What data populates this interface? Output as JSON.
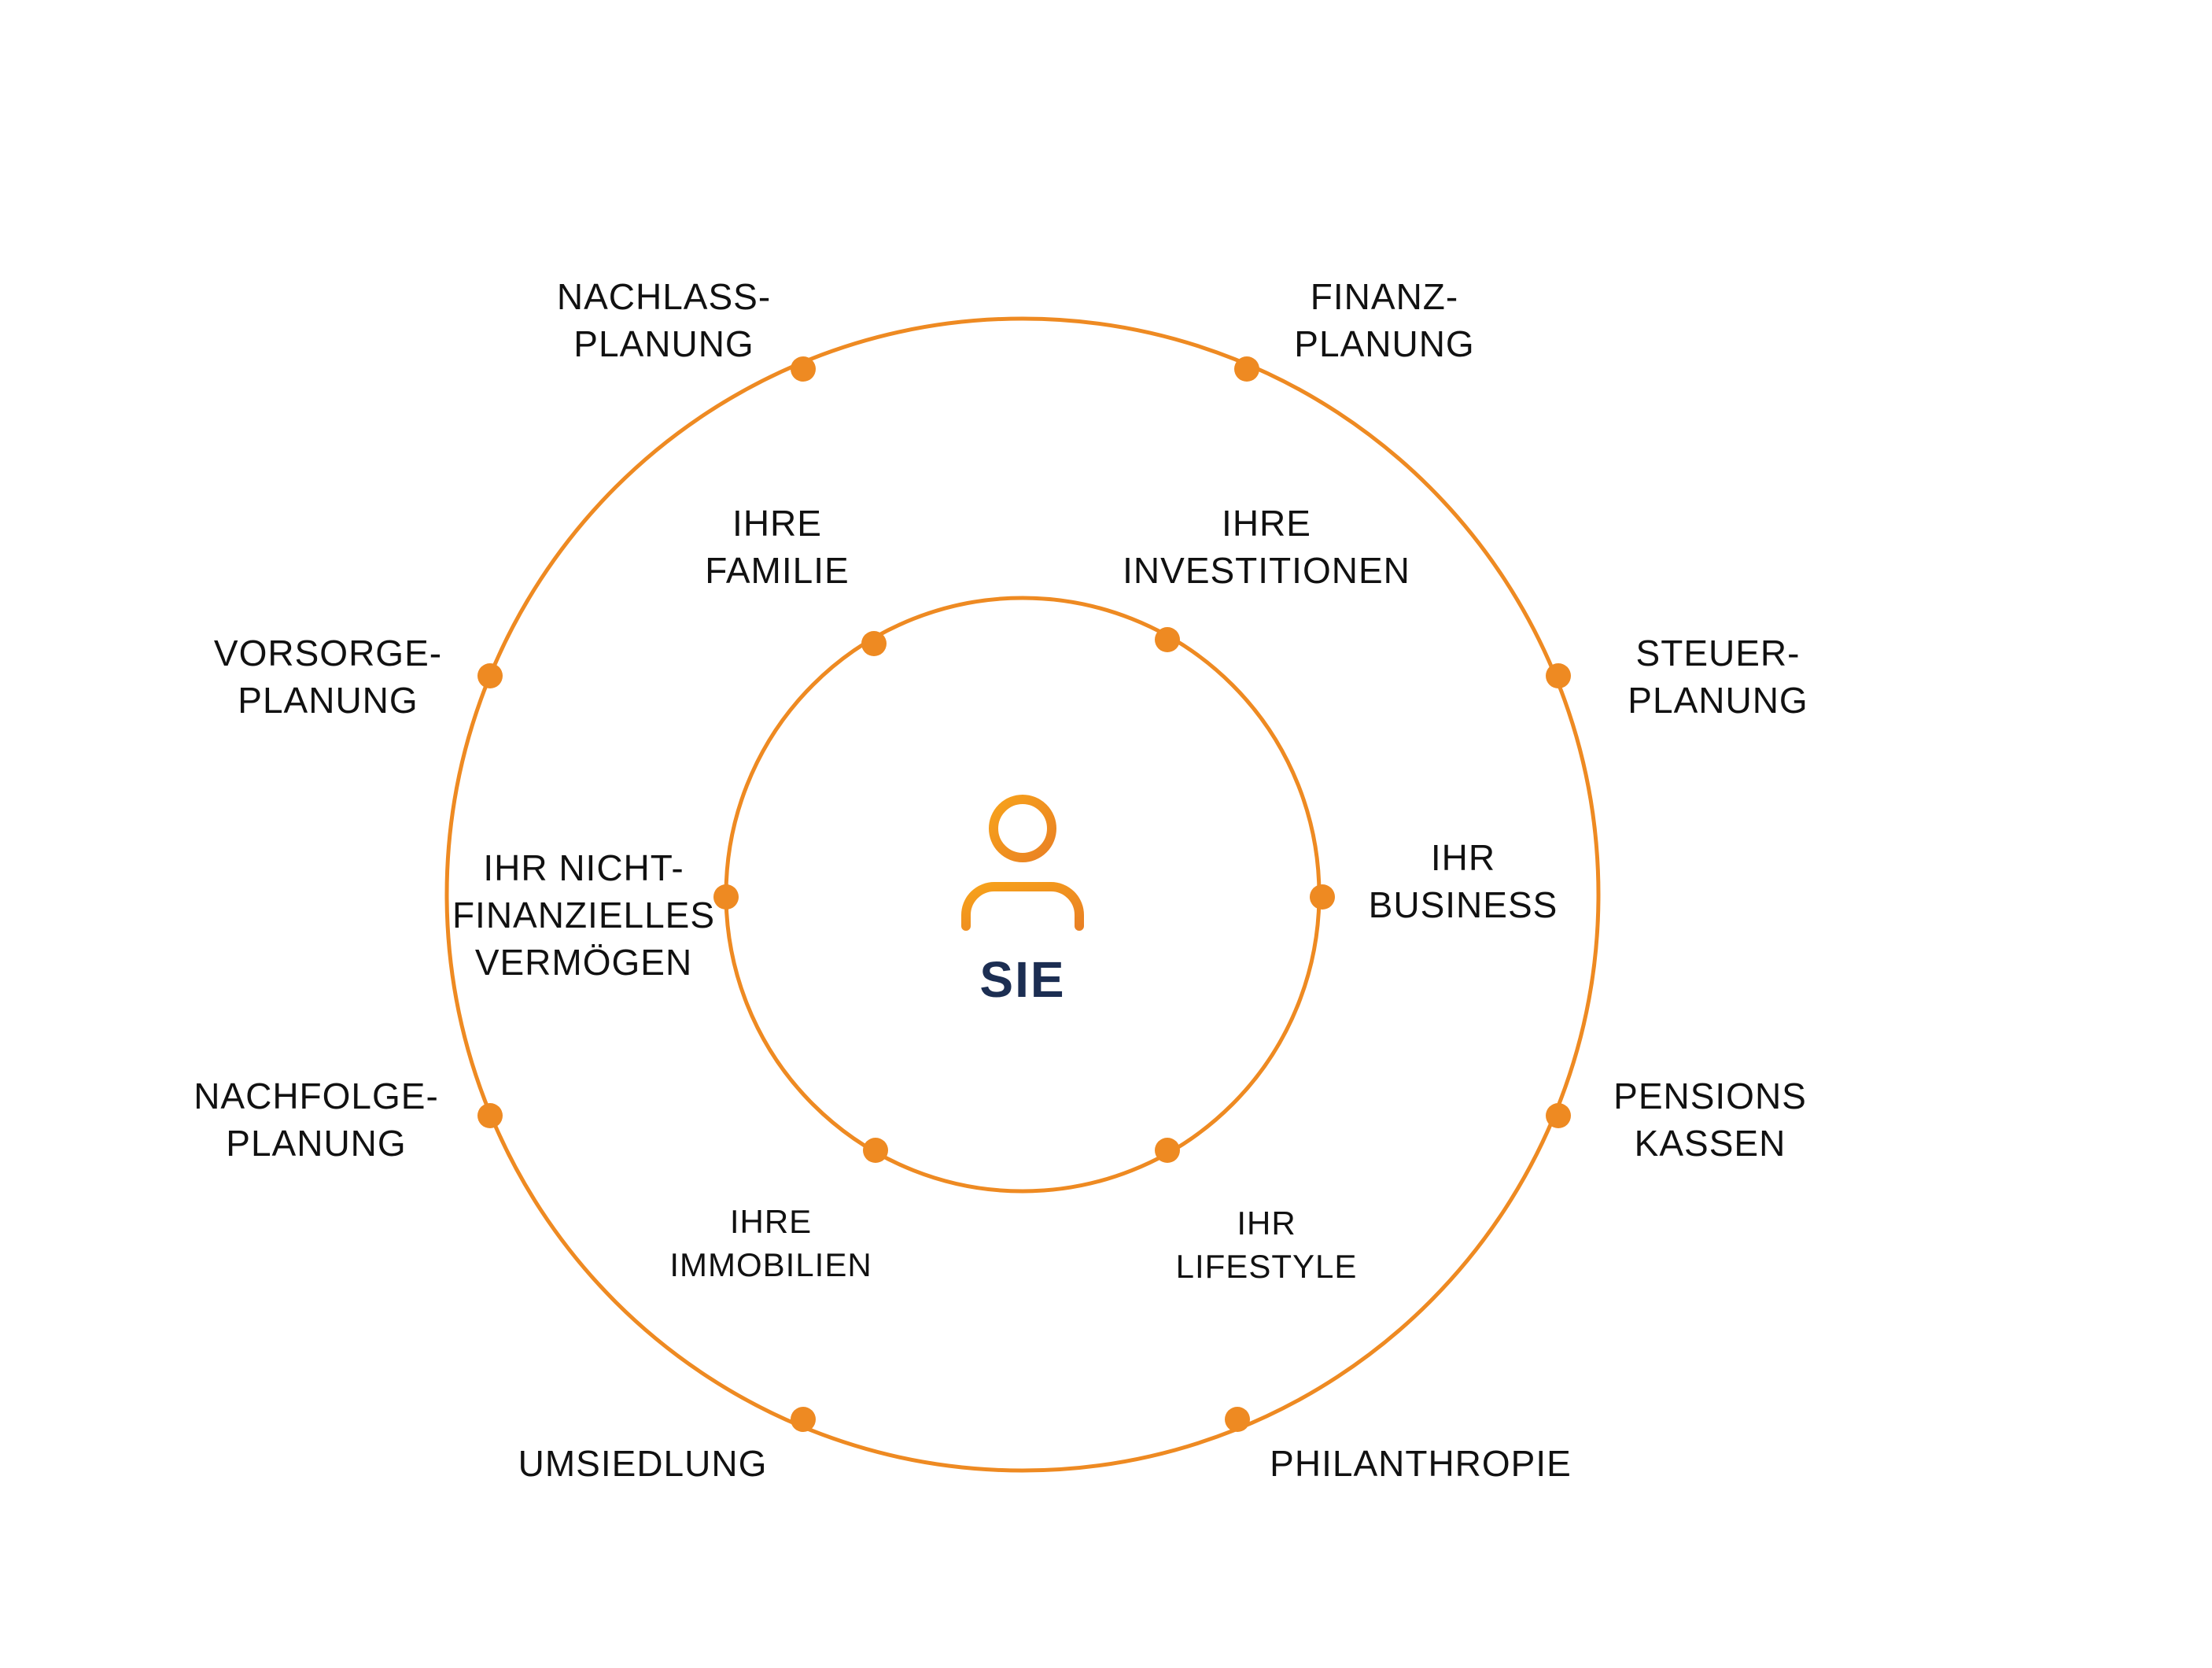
{
  "colors": {
    "ring": "#EE8A22",
    "dot": "#EE8A22",
    "icon_start": "#F7A21B",
    "icon_end": "#E98124",
    "center_text": "#1C2E52",
    "label_text": "#111111"
  },
  "center": {
    "icon": "person-icon",
    "label": "SIE"
  },
  "inner_ring": {
    "items": [
      {
        "line1": "IHRE",
        "line2": "FAMILIE"
      },
      {
        "line1": "IHRE",
        "line2": "INVESTITIONEN"
      },
      {
        "line1": "IHR",
        "line2": "BUSINESS"
      },
      {
        "line1": "IHR",
        "line2": "LIFESTYLE"
      },
      {
        "line1": "IHRE",
        "line2": "IMMOBILIEN"
      },
      {
        "line1": "IHR NICHT-",
        "line2": "FINANZIELLES",
        "line3": "VERMÖGEN"
      }
    ]
  },
  "outer_ring": {
    "items": [
      {
        "line1": "NACHLASS-",
        "line2": "PLANUNG"
      },
      {
        "line1": "FINANZ-",
        "line2": "PLANUNG"
      },
      {
        "line1": "STEUER-",
        "line2": "PLANUNG"
      },
      {
        "line1": "PENSIONS",
        "line2": "KASSEN"
      },
      {
        "line1": "PHILANTHROPIE"
      },
      {
        "line1": "UMSIEDLUNG"
      },
      {
        "line1": "NACHFOLGE-",
        "line2": "PLANUNG"
      },
      {
        "line1": "VORSORGE-",
        "line2": "PLANUNG"
      }
    ]
  }
}
